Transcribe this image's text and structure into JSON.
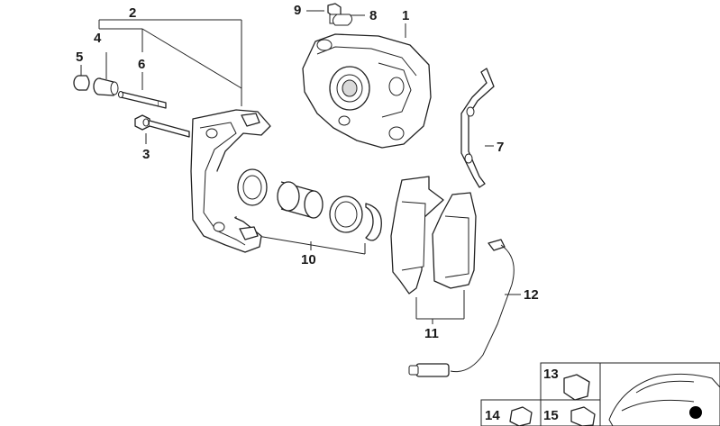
{
  "diagram": {
    "callouts": {
      "c1": "1",
      "c2": "2",
      "c3": "3",
      "c4": "4",
      "c5": "5",
      "c6": "6",
      "c7": "7",
      "c8": "8",
      "c9": "9",
      "c10": "10",
      "c11": "11",
      "c12": "12",
      "c13": "13",
      "c14": "14",
      "c15": "15"
    },
    "marker_color": "#000000",
    "line_color": "#222222"
  }
}
